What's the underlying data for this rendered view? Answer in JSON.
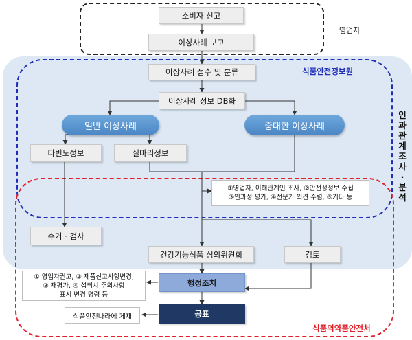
{
  "labels": {
    "business_operator": "영업자",
    "food_safety_info_service": "식품안전정보원",
    "mfds": "식품의약품안전처",
    "causality_vertical": [
      "인",
      "과",
      "관",
      "계",
      "조",
      "사",
      "·",
      "분",
      "석"
    ]
  },
  "boxes": {
    "consumer_report": "소비자 신고",
    "case_report": "이상사례 보고",
    "receipt_classification": "이상사례 접수 및 분류",
    "db_conversion": "이상사례 정보 DB화",
    "frequency_info": "다빈도정보",
    "clue_info": "실마리정보",
    "collection_inspection": "수거 · 검사",
    "review_committee": "건강기능식품 심의위원회",
    "review": "검토",
    "admin_action": "행정조치",
    "announcement": "공표",
    "food_safety_korea_post": "식품안전나라에 게재"
  },
  "pills": {
    "general_case": "일반 이상사례",
    "serious_case": "중대한 이상사례"
  },
  "notes": {
    "investigation_lines": [
      "①영업자, 이해관계인 조사, ②안전성정보 수집",
      "③인과성 평가, ④전문가 의견 수렴, ⑤기타 등"
    ],
    "admin_action_lines": [
      "① 영업자권고, ② 제품신고사항변경,",
      "③ 재평가, ④ 섭취시 주의사항",
      "표시 변경 명령 등"
    ]
  },
  "colors": {
    "blue_dashed": "#1f2fb8",
    "red_dashed": "#e0202a",
    "region_fill": "#dde8f4",
    "pill_fill": "#5b9bd5",
    "admin_fill": "#8eaadb",
    "announce_fill": "#1f3864"
  }
}
